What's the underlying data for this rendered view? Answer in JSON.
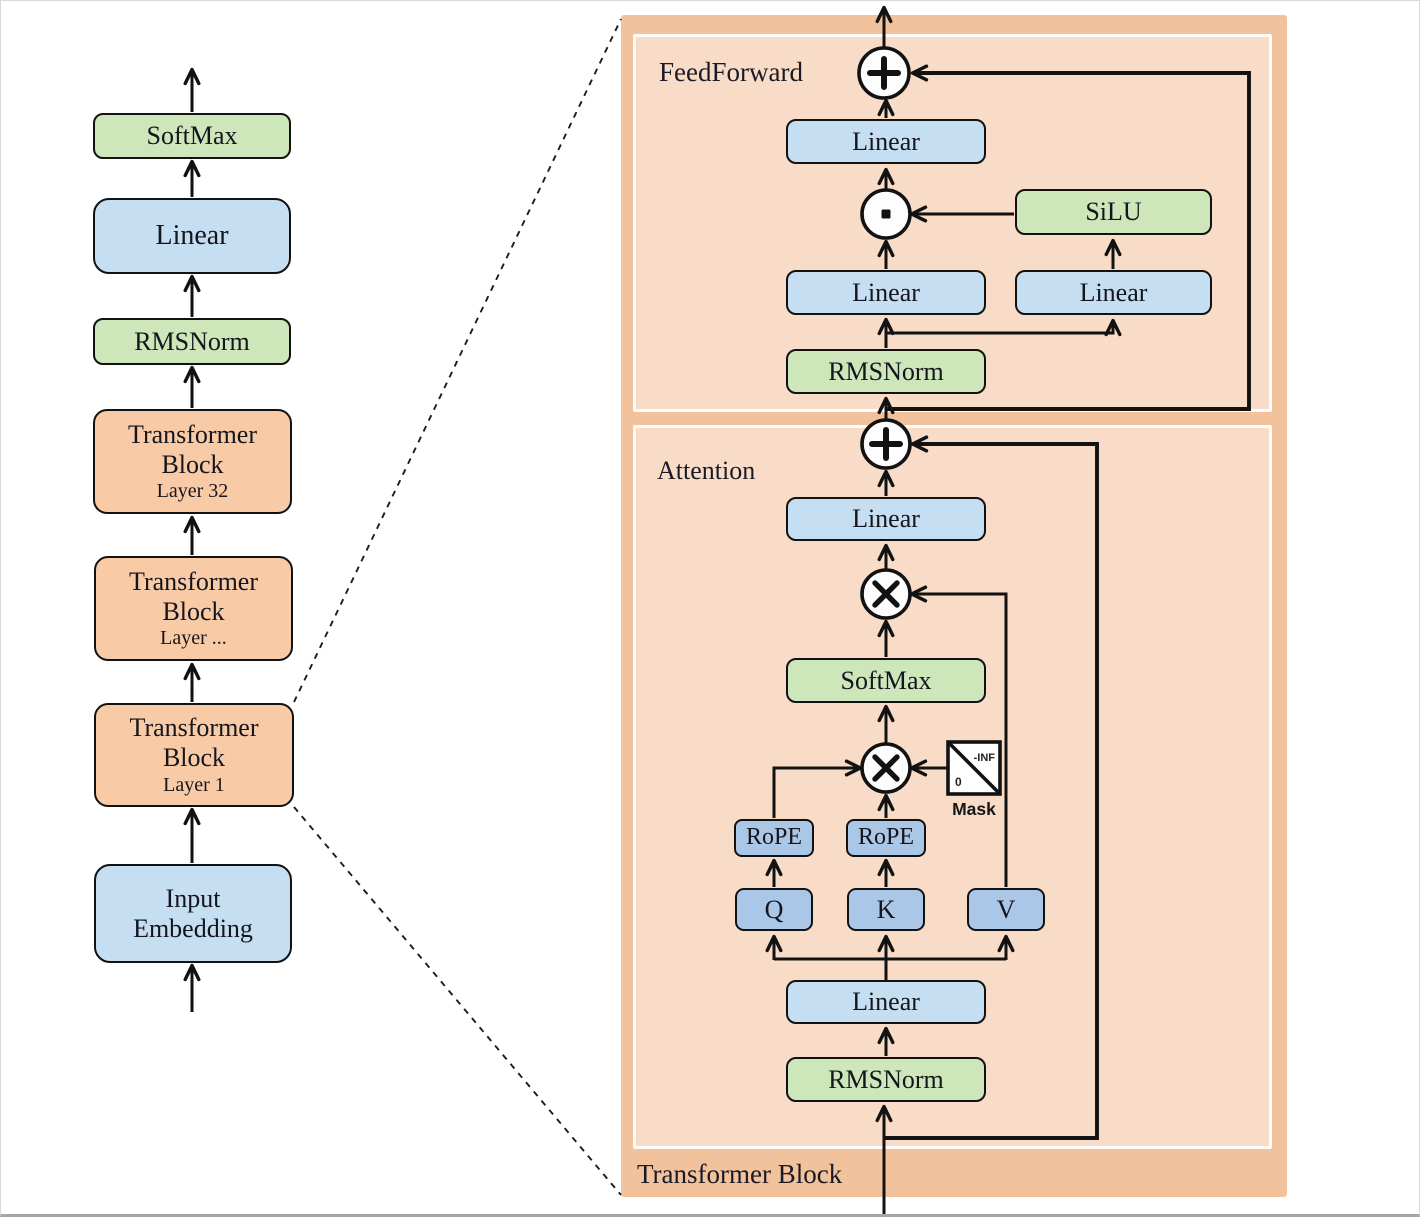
{
  "colors": {
    "panel_outer": "#f2c29c",
    "panel_inner": "#f9dcc8",
    "block_orange": "#f8cba6",
    "box_green": "#cde7ba",
    "box_blue_light": "#c6def2",
    "box_blue_medium": "#abc7e8",
    "line": "#121212"
  },
  "left_column": {
    "softmax": "SoftMax",
    "linear": "Linear",
    "rmsnorm": "RMSNorm",
    "block_top": {
      "line1": "Transformer",
      "line2": "Block",
      "line3": "Layer 32"
    },
    "block_mid": {
      "line1": "Transformer",
      "line2": "Block",
      "line3": "Layer ..."
    },
    "block_bottom": {
      "line1": "Transformer",
      "line2": "Block",
      "line3": "Layer 1"
    },
    "input_embedding": {
      "line1": "Input",
      "line2": "Embedding"
    }
  },
  "right_panel": {
    "title": "Transformer Block",
    "feedforward": {
      "label": "FeedForward",
      "linear_out": "Linear",
      "silu": "SiLU",
      "linear_gate": "Linear",
      "linear_up": "Linear",
      "rmsnorm": "RMSNorm"
    },
    "attention": {
      "label": "Attention",
      "linear_out": "Linear",
      "softmax": "SoftMax",
      "rope_q": "RoPE",
      "rope_k": "RoPE",
      "q": "Q",
      "k": "K",
      "v": "V",
      "linear_qkv": "Linear",
      "rmsnorm": "RMSNorm",
      "mask": {
        "label": "Mask",
        "upper": "-INF",
        "lower": "0"
      }
    }
  }
}
